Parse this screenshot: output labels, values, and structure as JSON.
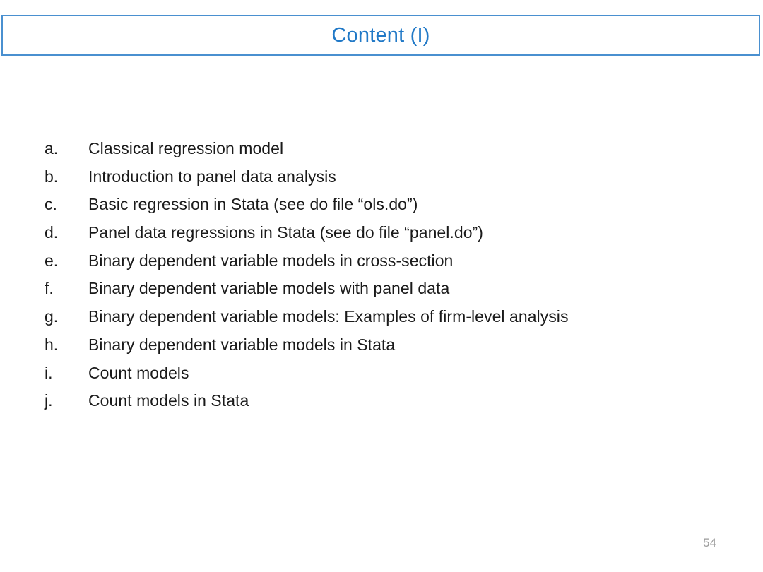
{
  "slide": {
    "title": "Content (I)",
    "title_color": "#2179C7",
    "title_border_color": "#4A90D0",
    "background_color": "#FFFFFF",
    "body_text_color": "#1A1A1A",
    "page_number": "54",
    "page_number_color": "#9B9B9B"
  },
  "content_list": {
    "items": [
      {
        "marker": "a.",
        "text": "Classical regression model"
      },
      {
        "marker": "b.",
        "text": "Introduction to panel data analysis"
      },
      {
        "marker": "c.",
        "text": "Basic regression in Stata (see do file “ols.do”)"
      },
      {
        "marker": "d.",
        "text": "Panel data regressions in Stata (see do file “panel.do”)"
      },
      {
        "marker": "e.",
        "text": "Binary dependent variable models in cross-section"
      },
      {
        "marker": "f.",
        "text": "Binary dependent variable models with panel data"
      },
      {
        "marker": "g.",
        "text": "Binary dependent variable models: Examples of firm-level analysis"
      },
      {
        "marker": "h.",
        "text": "Binary dependent variable models in Stata"
      },
      {
        "marker": "i.",
        "text": "Count models"
      },
      {
        "marker": "j.",
        "text": "Count models in Stata"
      }
    ]
  }
}
